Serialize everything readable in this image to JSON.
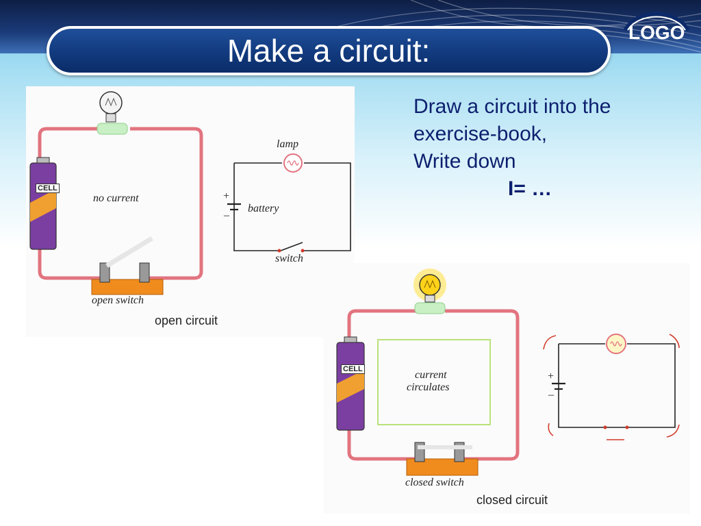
{
  "slide": {
    "title": "Make a circuit:",
    "logo": "LOGO"
  },
  "instructions": {
    "lines": [
      "Draw a circuit into the",
      "exercise-book,",
      "Write down"
    ],
    "formula": "I= …"
  },
  "open_circuit": {
    "cell_label": "CELL",
    "center_label": "no current",
    "switch_label": "open switch",
    "caption": "open circuit",
    "diagram": {
      "lamp_label": "lamp",
      "battery_label": "battery",
      "switch_label": "switch",
      "plus": "+",
      "minus": "–"
    }
  },
  "closed_circuit": {
    "cell_label": "CELL",
    "center_label_line1": "current",
    "center_label_line2": "circulates",
    "switch_label": "closed switch",
    "caption": "closed circuit",
    "diagram": {
      "plus": "+",
      "minus": "–"
    }
  },
  "colors": {
    "title_bar": "#123a7e",
    "text_blue": "#0d1f6e",
    "wire": "#e2747f",
    "battery_purple": "#7b3fa2",
    "battery_orange": "#f0a030",
    "switch_base": "#f08c1e",
    "lamp_glow": "#ffe040",
    "current_path": "#b9e27a",
    "arrow_red": "#d23a2a"
  },
  "icons": [
    "logo-arc-icon",
    "light-bulb-icon",
    "battery-cell-icon",
    "knife-switch-icon",
    "lamp-symbol-icon",
    "battery-symbol-icon",
    "switch-symbol-icon",
    "current-arrow-icon"
  ]
}
